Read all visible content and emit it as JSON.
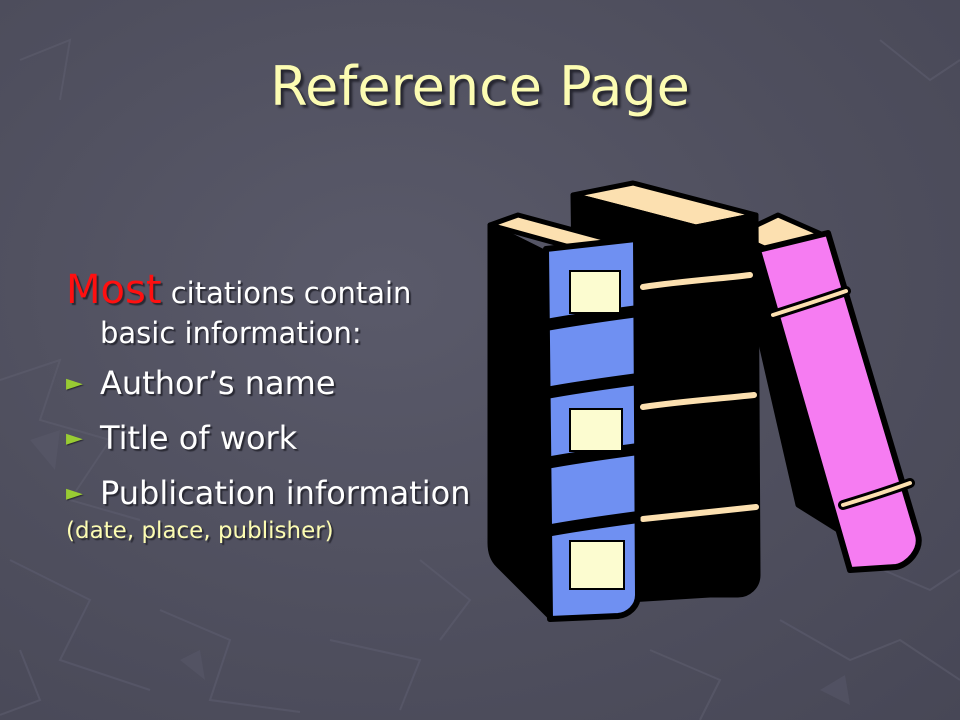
{
  "slide": {
    "title": "Reference Page",
    "intro_emphasis": "Most",
    "intro_rest": " citations contain basic information:",
    "bullets": [
      "Author’s name",
      "Title of work",
      "Publication information"
    ],
    "note": "(date, place, publisher)",
    "bullet_icon": "arrow-right-icon",
    "illustration": "books-icon"
  },
  "colors": {
    "title": "#fcfcb2",
    "emphasis": "#ff1010",
    "bullet": "#99cc33",
    "body_text": "#ffffff",
    "background": "#50505f"
  }
}
